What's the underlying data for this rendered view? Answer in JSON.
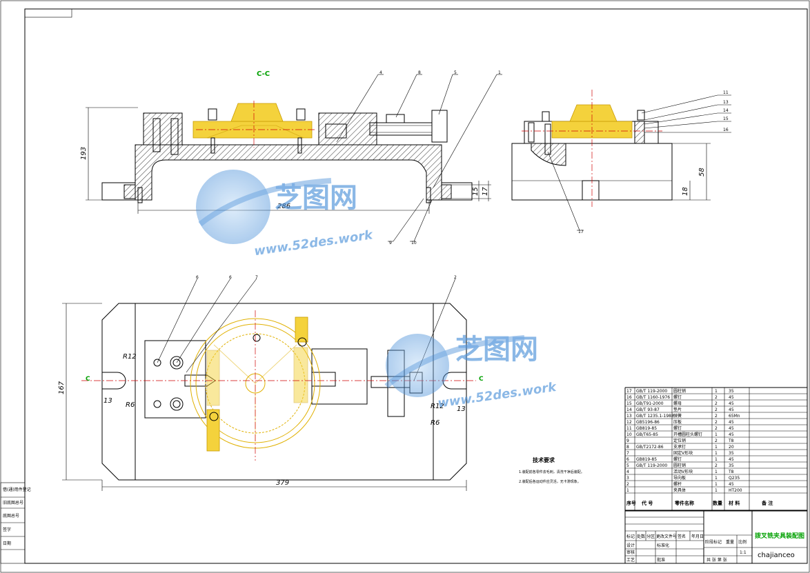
{
  "views": {
    "section_label": "C-C",
    "cut_marker_left": "C",
    "cut_marker_right": "C"
  },
  "dimensions": {
    "top_height": "193",
    "top_width": "286",
    "top_small_a": "15",
    "top_small_b": "17",
    "side_height": "58",
    "side_small": "18",
    "plan_height": "167",
    "plan_width": "379",
    "r12_left": "R12",
    "r6_left": "R6",
    "slot_left": "13",
    "r12_right": "R12",
    "r6_right": "R6",
    "slot_right": "13"
  },
  "balloons_front": [
    "4",
    "8",
    "5",
    "1",
    "9",
    "10"
  ],
  "balloons_side": [
    "11",
    "13",
    "14",
    "15",
    "16",
    "17"
  ],
  "balloons_plan": [
    "6",
    "6",
    "7",
    "2"
  ],
  "watermark": {
    "logo_text": "芝图网",
    "url_text": "www.52des.work"
  },
  "tech_requirements": {
    "title": "技术要求",
    "line1": "1.装配前各零件去毛刺，清洗干净后装配。",
    "line2": "2.装配后各运动件应灵活，无卡滞现象。"
  },
  "bom": [
    {
      "no": "17",
      "code": "GB/T 119-2000",
      "name": "圆柱销",
      "qty": "1",
      "mat": "35"
    },
    {
      "no": "16",
      "code": "GB/T 1160-1976",
      "name": "螺钉",
      "qty": "2",
      "mat": "45"
    },
    {
      "no": "15",
      "code": "GB/T91-2000",
      "name": "螺母",
      "qty": "2",
      "mat": "45"
    },
    {
      "no": "14",
      "code": "GB/T 93-87",
      "name": "垫片",
      "qty": "2",
      "mat": "45"
    },
    {
      "no": "13",
      "code": "GB/T 1235.1-1988",
      "name": "弹簧",
      "qty": "2",
      "mat": "65Mn"
    },
    {
      "no": "12",
      "code": "GB5196-86",
      "name": "压板",
      "qty": "2",
      "mat": "45"
    },
    {
      "no": "11",
      "code": "GB819-85",
      "name": "螺钉",
      "qty": "2",
      "mat": "45"
    },
    {
      "no": "10",
      "code": "GB/T65-85",
      "name": "开槽圆柱头螺钉",
      "qty": "1",
      "mat": "45"
    },
    {
      "no": "9",
      "code": "",
      "name": "定位销",
      "qty": "2",
      "mat": "T8"
    },
    {
      "no": "8",
      "code": "GB/T2172-86",
      "name": "支承钉",
      "qty": "1",
      "mat": "20"
    },
    {
      "no": "7",
      "code": "",
      "name": "固定V形块",
      "qty": "1",
      "mat": "35"
    },
    {
      "no": "6",
      "code": "GB819-85",
      "name": "螺钉",
      "qty": "1",
      "mat": "45"
    },
    {
      "no": "5",
      "code": "GB/T 119-2000",
      "name": "圆柱销",
      "qty": "2",
      "mat": "35"
    },
    {
      "no": "4",
      "code": "",
      "name": "活动V形块",
      "qty": "1",
      "mat": "T8"
    },
    {
      "no": "3",
      "code": "",
      "name": "导向板",
      "qty": "1",
      "mat": "Q235"
    },
    {
      "no": "2",
      "code": "",
      "name": "螺杆",
      "qty": "1",
      "mat": "45"
    },
    {
      "no": "1",
      "code": "",
      "name": "夹具体",
      "qty": "1",
      "mat": "HT200"
    }
  ],
  "bom_header": {
    "no": "序号",
    "code": "代 号",
    "name": "零件名称",
    "qty": "数量",
    "mat": "材 料",
    "note": "备 注"
  },
  "title_block": {
    "drawing_title": "拨叉铣夹具装配图",
    "company": "chajianceo",
    "scale": "1:1",
    "row_labels": [
      "标记",
      "处数",
      "分区",
      "更改文件号",
      "签名",
      "年月日"
    ],
    "roles": [
      "设计",
      "审核",
      "工艺",
      "标准化",
      "批准"
    ],
    "stage": "阶段标记",
    "weight": "重量",
    "ratio": "比例",
    "sheets": "共 张 第 张"
  },
  "left_strip": {
    "items": [
      "借(通)用件登记",
      "旧底图总号",
      "底图总号",
      "签字",
      "日期"
    ]
  },
  "colors": {
    "line": "#000000",
    "center": "#d00000",
    "part": "#f4d23c",
    "marker": "#00a000",
    "watermark": "#4a90d9"
  }
}
